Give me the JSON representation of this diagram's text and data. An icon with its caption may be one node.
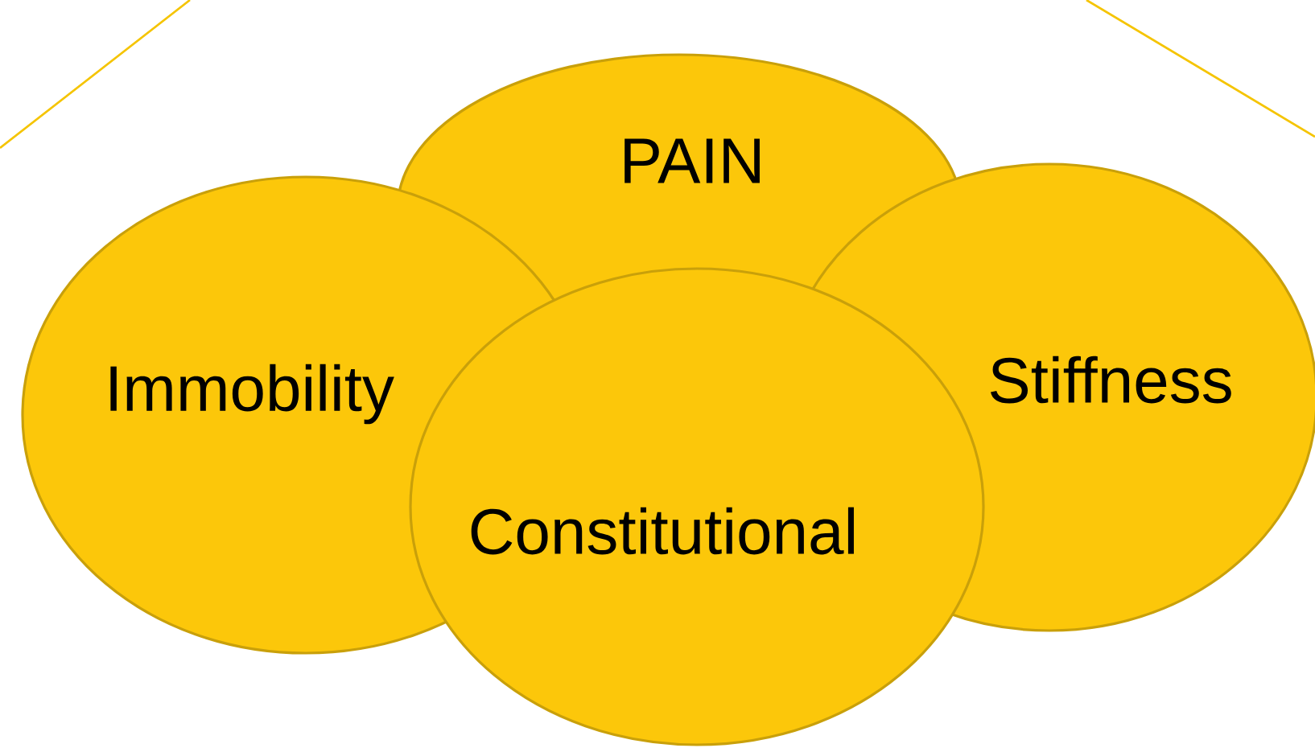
{
  "diagram": {
    "nodes": [
      {
        "text": [
          "PAIN"
        ]
      },
      {
        "text": [
          "Immobility"
        ]
      },
      {
        "text": [
          "Stiffness"
        ]
      },
      {
        "text": [
          "Constitutional"
        ]
      }
    ]
  }
}
